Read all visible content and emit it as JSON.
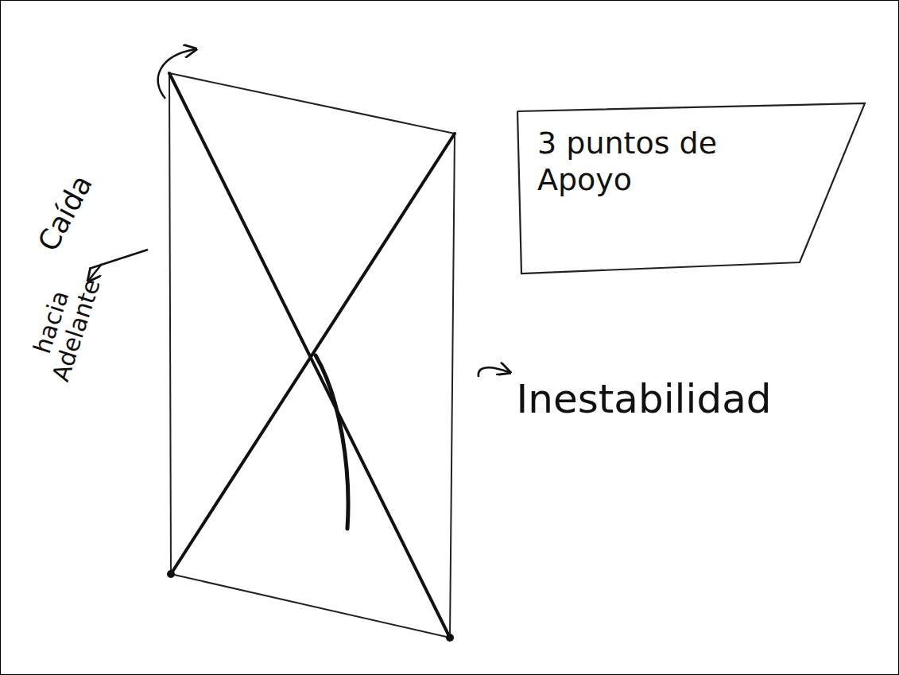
{
  "diagram": {
    "nodes": [
      {
        "text": [
          "3 puntos de Apoyo"
        ]
      }
    ],
    "labels": [
      "Caída",
      "hacia Adelante",
      "Inestabilidad"
    ]
  }
}
